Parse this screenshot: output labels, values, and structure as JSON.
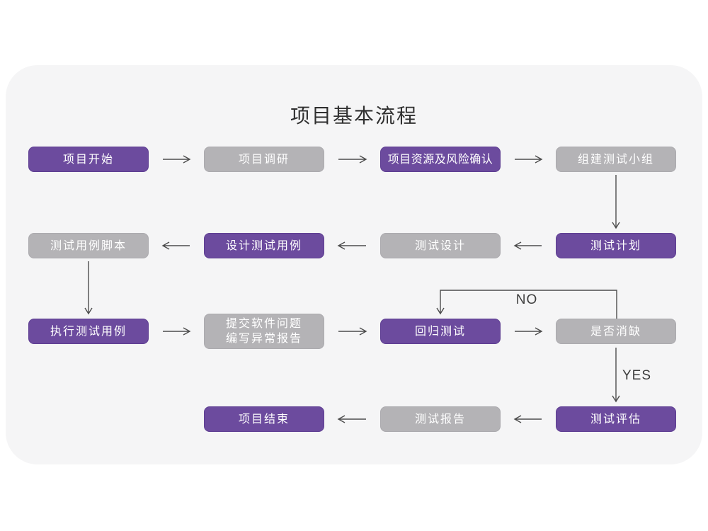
{
  "title": "项目基本流程",
  "colors": {
    "purple": "#6C4B9E",
    "purpleBorder": "#5E3E92",
    "gray": "#B4B3B6",
    "grayBorder": "#ABAAAE",
    "cardBg": "#F5F5F6",
    "pageBg": "#FFFFFF",
    "arrow": "#4D4D4D",
    "title": "#303030",
    "nodeText": "#FFFFFF"
  },
  "nodes": [
    {
      "id": "project-start",
      "label": "项目开始",
      "variant": "purple"
    },
    {
      "id": "project-research",
      "label": "项目调研",
      "variant": "gray"
    },
    {
      "id": "resources-risk-confirm",
      "label": "项目资源及风险确认",
      "variant": "purple"
    },
    {
      "id": "build-test-team",
      "label": "组建测试小组",
      "variant": "gray"
    },
    {
      "id": "test-plan",
      "label": "测试计划",
      "variant": "purple"
    },
    {
      "id": "test-design",
      "label": "测试设计",
      "variant": "gray"
    },
    {
      "id": "design-test-cases",
      "label": "设计测试用例",
      "variant": "purple"
    },
    {
      "id": "test-case-scripts",
      "label": "测试用例脚本",
      "variant": "gray"
    },
    {
      "id": "execute-test-cases",
      "label": "执行测试用例",
      "variant": "purple"
    },
    {
      "id": "submit-issues-report",
      "label": "提交软件问题",
      "label2": "编写异常报告",
      "variant": "gray"
    },
    {
      "id": "regression-test",
      "label": "回归测试",
      "variant": "purple"
    },
    {
      "id": "defects-cleared",
      "label": "是否消缺",
      "variant": "gray"
    },
    {
      "id": "test-evaluation",
      "label": "测试评估",
      "variant": "purple"
    },
    {
      "id": "test-report",
      "label": "测试报告",
      "variant": "gray"
    },
    {
      "id": "project-end",
      "label": "项目结束",
      "variant": "purple"
    }
  ],
  "edge_labels": {
    "no": "NO",
    "yes": "YES"
  }
}
